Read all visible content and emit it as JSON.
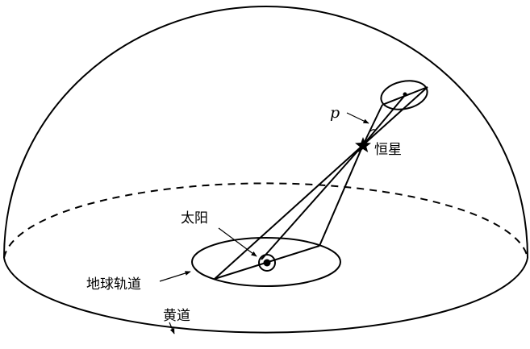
{
  "labels": {
    "parallax": "p",
    "star": "恒星",
    "sun": "太阳",
    "earth_orbit": "地球轨道",
    "ecliptic": "黄道"
  },
  "colors": {
    "stroke": "#000000",
    "background": "#ffffff"
  }
}
